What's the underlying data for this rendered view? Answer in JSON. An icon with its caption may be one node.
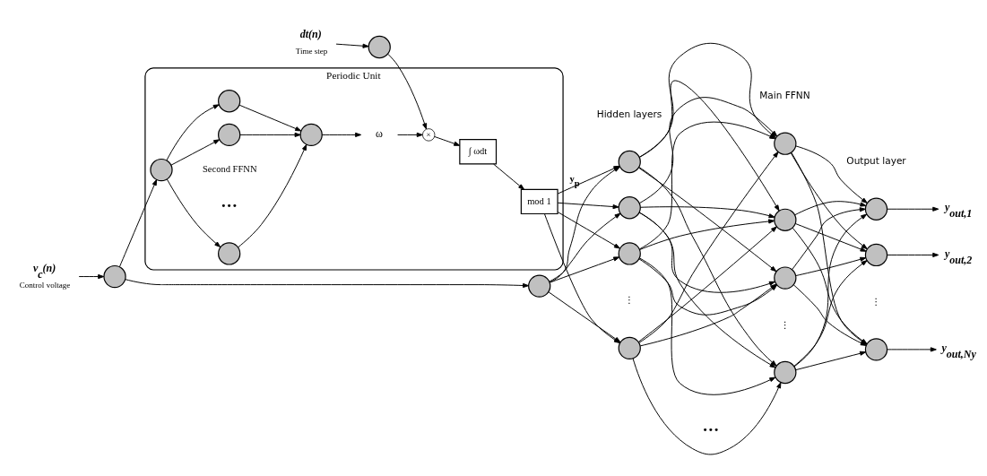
{
  "diagram": {
    "nodes": [
      {
        "text": [
          "dt(n)"
        ],
        "beside": [
          "Time step"
        ]
      },
      {
        "text": [],
        "shape": "circle"
      },
      {
        "text": [
          "Periodic Unit"
        ]
      },
      {
        "text": [
          "×"
        ],
        "in": 2
      },
      {
        "text": [
          "∫ ωdt"
        ],
        "in": 2
      },
      {
        "text": [
          "mod 1"
        ],
        "in": 2
      },
      {
        "text": [
          "ω"
        ],
        "in": 2
      },
      {
        "text": [],
        "shape": "circle",
        "in": 2
      },
      {
        "text": [],
        "shape": "circle",
        "in": 2
      },
      {
        "text": [],
        "shape": "circle",
        "in": 2
      },
      {
        "text": [],
        "shape": "circle",
        "in": 2
      },
      {
        "text": [],
        "shape": "circle",
        "in": 2
      },
      {
        "text": [
          "v$_{c}$(n)"
        ],
        "beside": [
          "Control voltage"
        ]
      },
      {
        "text": [],
        "shape": "circle"
      },
      {
        "text": [],
        "shape": "circle"
      },
      {
        "text": [],
        "shape": "circle"
      },
      {
        "text": [],
        "shape": "circle"
      },
      {
        "text": [],
        "shape": "circle"
      },
      {
        "text": [],
        "shape": "circle"
      },
      {
        "text": [],
        "shape": "circle"
      },
      {
        "text": [],
        "shape": "circle"
      },
      {
        "text": [],
        "shape": "circle"
      },
      {
        "text": [],
        "shape": "circle"
      },
      {
        "text": [],
        "shape": "circle"
      },
      {
        "text": [],
        "shape": "circle"
      },
      {
        "text": [],
        "shape": "circle"
      },
      {
        "text": [
          "y$_{out,1}$"
        ]
      },
      {
        "text": [
          "y$_{out,2}$"
        ]
      },
      {
        "text": [
          "y$_{out,Ny}$"
        ]
      }
    ],
    "edges": [
      {
        "from": 0,
        "to": 1,
        "arrow": "to"
      },
      {
        "from": 1,
        "to": 3,
        "arrow": "to"
      },
      {
        "from": 3,
        "to": 4,
        "arrow": "to"
      },
      {
        "from": 4,
        "to": 5,
        "arrow": "to"
      },
      {
        "from": 6,
        "to": 3,
        "arrow": "to"
      },
      {
        "from": 7,
        "to": 6,
        "arrow": "to"
      },
      {
        "from": 8,
        "to": 7,
        "arrow": "to"
      },
      {
        "from": 9,
        "to": 7,
        "arrow": "to"
      },
      {
        "from": 10,
        "to": 7,
        "arrow": "to"
      },
      {
        "from": 11,
        "to": 8,
        "arrow": "to"
      },
      {
        "from": 11,
        "to": 9,
        "arrow": "to"
      },
      {
        "from": 11,
        "to": 10,
        "arrow": "to"
      },
      {
        "from": 12,
        "to": 13,
        "arrow": "to"
      },
      {
        "from": 13,
        "to": 11,
        "arrow": "to"
      },
      {
        "from": 13,
        "to": 14,
        "arrow": "to"
      },
      {
        "from": 5,
        "to": 15,
        "arrow": "to",
        "label": "y$_{p}$"
      },
      {
        "from": 5,
        "to": 16,
        "arrow": "to"
      },
      {
        "from": 5,
        "to": 17,
        "arrow": "to"
      },
      {
        "from": 5,
        "to": 18,
        "arrow": "to"
      },
      {
        "from": 14,
        "to": 15,
        "arrow": "to"
      },
      {
        "from": 14,
        "to": 16,
        "arrow": "to"
      },
      {
        "from": 14,
        "to": 17,
        "arrow": "to"
      },
      {
        "from": 14,
        "to": 18,
        "arrow": "to"
      },
      {
        "from": 15,
        "to": 19,
        "arrow": "to"
      },
      {
        "from": 15,
        "to": 20,
        "arrow": "to"
      },
      {
        "from": 15,
        "to": 21,
        "arrow": "to"
      },
      {
        "from": 15,
        "to": 22,
        "arrow": "to"
      },
      {
        "from": 16,
        "to": 19,
        "arrow": "to"
      },
      {
        "from": 16,
        "to": 20,
        "arrow": "to"
      },
      {
        "from": 16,
        "to": 21,
        "arrow": "to"
      },
      {
        "from": 16,
        "to": 22,
        "arrow": "to"
      },
      {
        "from": 17,
        "to": 19,
        "arrow": "to"
      },
      {
        "from": 17,
        "to": 20,
        "arrow": "to"
      },
      {
        "from": 17,
        "to": 21,
        "arrow": "to"
      },
      {
        "from": 17,
        "to": 22,
        "arrow": "to"
      },
      {
        "from": 18,
        "to": 19,
        "arrow": "to"
      },
      {
        "from": 18,
        "to": 20,
        "arrow": "to"
      },
      {
        "from": 18,
        "to": 21,
        "arrow": "to"
      },
      {
        "from": 18,
        "to": 22,
        "arrow": "to"
      },
      {
        "from": 19,
        "to": 23,
        "arrow": "to"
      },
      {
        "from": 19,
        "to": 24,
        "arrow": "to"
      },
      {
        "from": 19,
        "to": 25,
        "arrow": "to"
      },
      {
        "from": 20,
        "to": 23,
        "arrow": "to"
      },
      {
        "from": 20,
        "to": 24,
        "arrow": "to"
      },
      {
        "from": 20,
        "to": 25,
        "arrow": "to"
      },
      {
        "from": 21,
        "to": 23,
        "arrow": "to"
      },
      {
        "from": 21,
        "to": 24,
        "arrow": "to"
      },
      {
        "from": 21,
        "to": 25,
        "arrow": "to"
      },
      {
        "from": 22,
        "to": 23,
        "arrow": "to"
      },
      {
        "from": 22,
        "to": 24,
        "arrow": "to"
      },
      {
        "from": 22,
        "to": 25,
        "arrow": "to"
      },
      {
        "from": 23,
        "to": 26,
        "arrow": "to"
      },
      {
        "from": 24,
        "to": 27,
        "arrow": "to"
      },
      {
        "from": 25,
        "to": 28,
        "arrow": "to"
      }
    ],
    "labels": [
      "Main FFNN",
      "Hidden layers",
      "Output layer",
      "Second FFNN",
      "•••",
      "⋮",
      "⋮",
      "⋮",
      "•••"
    ]
  }
}
